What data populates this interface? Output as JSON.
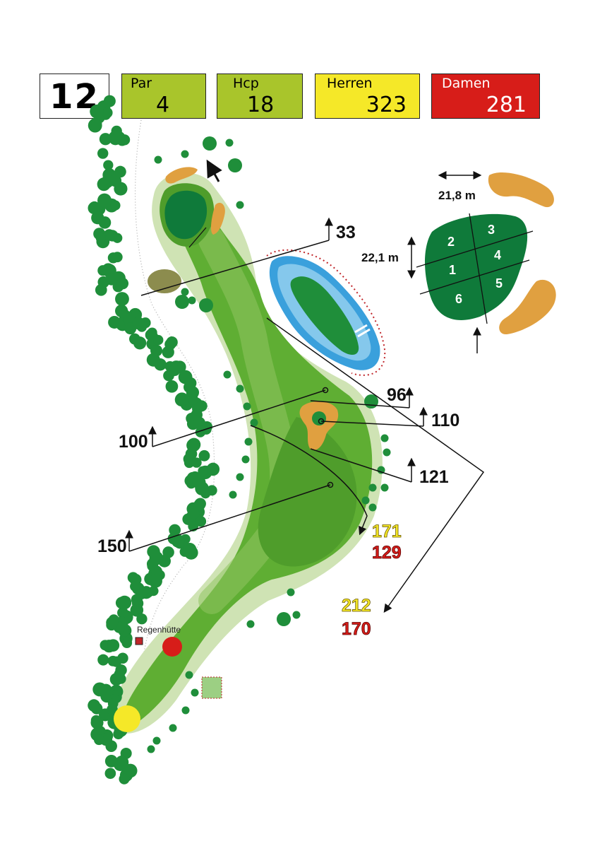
{
  "header": {
    "hole_number": "12",
    "par_label": "Par",
    "par_value": "4",
    "hcp_label": "Hcp",
    "hcp_value": "18",
    "herren_label": "Herren",
    "herren_value": "323",
    "damen_label": "Damen",
    "damen_value": "281"
  },
  "distances": {
    "d33": "33",
    "d96": "96",
    "d100": "100",
    "d110": "110",
    "d121": "121",
    "d150": "150",
    "herren_lay1": "171",
    "damen_lay1": "129",
    "herren_lay2": "212",
    "damen_lay2": "170"
  },
  "green_detail": {
    "width": "21,8 m",
    "depth": "22,1 m",
    "zones": [
      "1",
      "2",
      "3",
      "4",
      "5",
      "6"
    ]
  },
  "landmark": {
    "hut_label": "Regenhütte"
  },
  "colors": {
    "herren": "#f5e828",
    "damen": "#d71d19",
    "fairway": "#5aa832",
    "green": "#0f7a3a",
    "rough": "#cde2b0",
    "bunker": "#e0a040",
    "water": "#3aa0dc",
    "trees": "#1f8e3a"
  }
}
